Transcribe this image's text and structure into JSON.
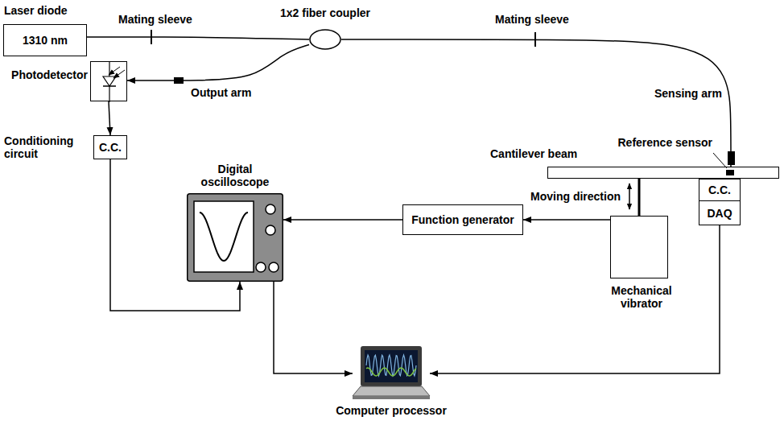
{
  "diagram": {
    "nodes": [
      {
        "text": [
          "Laser diode",
          "1310 nm"
        ]
      },
      {
        "text": [
          "1x2 fiber coupler"
        ]
      },
      {
        "text": [
          "Photodetector"
        ]
      },
      {
        "text": [
          "Conditioning circuit",
          "C.C."
        ]
      },
      {
        "text": [
          "Digital oscilloscope"
        ]
      },
      {
        "text": [
          "Function generator"
        ]
      },
      {
        "text": [
          "Cantilever beam"
        ]
      },
      {
        "text": [
          "Mechanical vibrator"
        ]
      },
      {
        "text": [
          "C.C."
        ]
      },
      {
        "text": [
          "DAQ"
        ]
      },
      {
        "text": [
          "Computer processor"
        ]
      }
    ],
    "edges": [
      {
        "from": 0,
        "to": 1,
        "arrow": "none"
      },
      {
        "from": 1,
        "to": 2,
        "arrow": "to"
      },
      {
        "from": 1,
        "to": 6,
        "arrow": "none"
      },
      {
        "from": 2,
        "to": 3,
        "arrow": "to"
      },
      {
        "from": 3,
        "to": 4,
        "arrow": "to"
      },
      {
        "from": 5,
        "to": 4,
        "arrow": "to"
      },
      {
        "from": 7,
        "to": 5,
        "arrow": "to"
      },
      {
        "from": 7,
        "to": 6,
        "arrow": "none"
      },
      {
        "from": 4,
        "to": 10,
        "arrow": "to"
      },
      {
        "from": 9,
        "to": 10,
        "arrow": "to"
      }
    ],
    "labels": [
      "Mating sleeve",
      "Mating sleeve",
      "Sensing arm",
      "Output arm",
      "Reference sensor",
      "Moving direction"
    ]
  }
}
